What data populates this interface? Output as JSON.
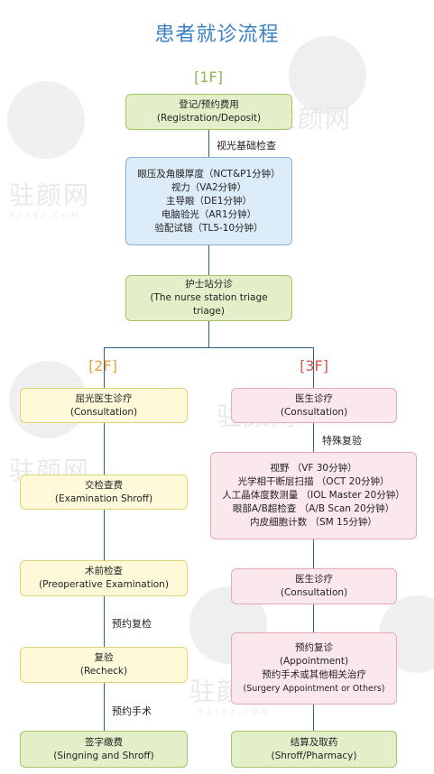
{
  "title": "患者就诊流程",
  "floors": {
    "f1": "[1F]",
    "f2": "[2F]",
    "f3": "[3F]"
  },
  "floor_colors": {
    "f1": "#8db653",
    "f2": "#e8a53c",
    "f3": "#d9534f"
  },
  "watermark": {
    "brand": "驻颜网",
    "site": "PZY92.COM"
  },
  "nodes": {
    "register": [
      "登记/预约费用",
      "(Registration/Deposit)"
    ],
    "label_vision_check": "视光基础检查",
    "basic_exam": [
      "眼压及角膜厚度（NCT&P1分钟）",
      "视力（VA2分钟）",
      "主导眼（DE1分钟）",
      "电脑验光（AR1分钟）",
      "验配试镜（TL5-10分钟）"
    ],
    "triage": [
      "护士站分诊",
      "(The nurse station triage",
      "triage)"
    ],
    "f2_consult": [
      "屈光医生诊疗",
      "(Consultation)"
    ],
    "f2_shroff": [
      "交检查费",
      "(Examination Shroff)"
    ],
    "f2_preop": [
      "术前检查",
      "(Preoperative Examination)"
    ],
    "label_recheck_appt": "预约复检",
    "f2_recheck": [
      "复验",
      "(Recheck)"
    ],
    "label_surgery_appt": "预约手术",
    "f2_sign": [
      "签字缴费",
      "(Singning and Shroff)"
    ],
    "f3_consult": [
      "医生诊疗",
      "(Consultation)"
    ],
    "label_special": "特殊复验",
    "f3_special": [
      "视野 （VF 30分钟）",
      "光学相干断层扫描 （OCT 20分钟）",
      "人工晶体度数测量 （IOL Master 20分钟）",
      "眼部A/B超检查 （A/B Scan 20分钟）",
      "内皮细胞计数 （SM 15分钟）"
    ],
    "f3_consult2": [
      "医生诊疗",
      "(Consultation)"
    ],
    "f3_appt": [
      "预约复诊",
      "(Appointment)",
      "预约手术或其他相关治疗",
      "(Surgery Appointment or Others)"
    ],
    "f3_pharmacy": [
      "结算及取药",
      "(Shroff/Pharmacy)"
    ]
  }
}
